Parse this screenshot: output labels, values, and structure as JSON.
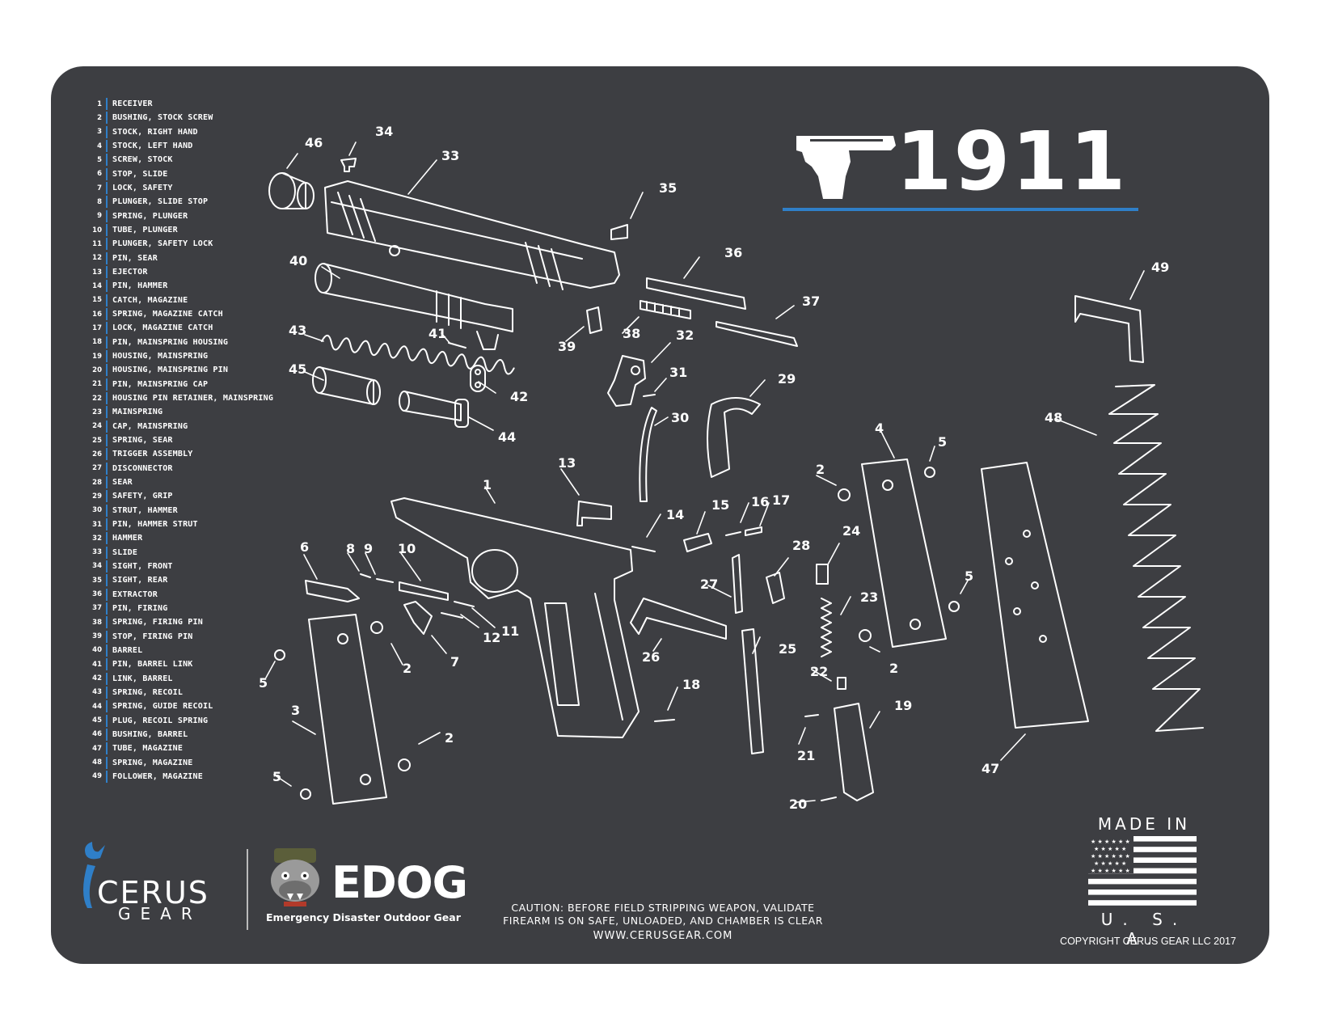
{
  "title": "1911",
  "legend": [
    {
      "num": "1",
      "name": "RECEIVER"
    },
    {
      "num": "2",
      "name": "BUSHING, STOCK SCREW"
    },
    {
      "num": "3",
      "name": "STOCK, RIGHT HAND"
    },
    {
      "num": "4",
      "name": "STOCK, LEFT HAND"
    },
    {
      "num": "5",
      "name": "SCREW, STOCK"
    },
    {
      "num": "6",
      "name": "STOP, SLIDE"
    },
    {
      "num": "7",
      "name": "LOCK, SAFETY"
    },
    {
      "num": "8",
      "name": "PLUNGER, SLIDE STOP"
    },
    {
      "num": "9",
      "name": "SPRING, PLUNGER"
    },
    {
      "num": "10",
      "name": "TUBE, PLUNGER"
    },
    {
      "num": "11",
      "name": "PLUNGER, SAFETY LOCK"
    },
    {
      "num": "12",
      "name": "PIN, SEAR"
    },
    {
      "num": "13",
      "name": "EJECTOR"
    },
    {
      "num": "14",
      "name": "PIN, HAMMER"
    },
    {
      "num": "15",
      "name": "CATCH, MAGAZINE"
    },
    {
      "num": "16",
      "name": "SPRING, MAGAZINE CATCH"
    },
    {
      "num": "17",
      "name": "LOCK, MAGAZINE CATCH"
    },
    {
      "num": "18",
      "name": "PIN, MAINSPRING HOUSING"
    },
    {
      "num": "19",
      "name": "HOUSING, MAINSPRING"
    },
    {
      "num": "20",
      "name": "HOUSING, MAINSPRING PIN"
    },
    {
      "num": "21",
      "name": "PIN, MAINSPRING CAP"
    },
    {
      "num": "22",
      "name": "HOUSING PIN RETAINER, MAINSPRING"
    },
    {
      "num": "23",
      "name": "MAINSPRING"
    },
    {
      "num": "24",
      "name": "CAP, MAINSPRING"
    },
    {
      "num": "25",
      "name": "SPRING, SEAR"
    },
    {
      "num": "26",
      "name": "TRIGGER ASSEMBLY"
    },
    {
      "num": "27",
      "name": "DISCONNECTOR"
    },
    {
      "num": "28",
      "name": "SEAR"
    },
    {
      "num": "29",
      "name": "SAFETY, GRIP"
    },
    {
      "num": "30",
      "name": "STRUT, HAMMER"
    },
    {
      "num": "31",
      "name": "PIN, HAMMER STRUT"
    },
    {
      "num": "32",
      "name": "HAMMER"
    },
    {
      "num": "33",
      "name": "SLIDE"
    },
    {
      "num": "34",
      "name": "SIGHT, FRONT"
    },
    {
      "num": "35",
      "name": "SIGHT, REAR"
    },
    {
      "num": "36",
      "name": "EXTRACTOR"
    },
    {
      "num": "37",
      "name": "PIN, FIRING"
    },
    {
      "num": "38",
      "name": "SPRING, FIRING PIN"
    },
    {
      "num": "39",
      "name": "STOP, FIRING PIN"
    },
    {
      "num": "40",
      "name": "BARREL"
    },
    {
      "num": "41",
      "name": "PIN, BARREL LINK"
    },
    {
      "num": "42",
      "name": "LINK, BARREL"
    },
    {
      "num": "43",
      "name": "SPRING, RECOIL"
    },
    {
      "num": "44",
      "name": "SPRING, GUIDE RECOIL"
    },
    {
      "num": "45",
      "name": "PLUG, RECOIL SPRING"
    },
    {
      "num": "46",
      "name": "BUSHING, BARREL"
    },
    {
      "num": "47",
      "name": "TUBE, MAGAZINE"
    },
    {
      "num": "48",
      "name": "SPRING, MAGAZINE"
    },
    {
      "num": "49",
      "name": "FOLLOWER, MAGAZINE"
    }
  ],
  "part_labels": [
    "1",
    "2",
    "2",
    "2",
    "2",
    "3",
    "4",
    "5",
    "5",
    "5",
    "5",
    "6",
    "7",
    "8",
    "9",
    "10",
    "11",
    "12",
    "13",
    "14",
    "15",
    "16",
    "17",
    "18",
    "19",
    "20",
    "21",
    "22",
    "23",
    "24",
    "25",
    "26",
    "27",
    "28",
    "29",
    "30",
    "31",
    "32",
    "33",
    "34",
    "35",
    "36",
    "37",
    "38",
    "39",
    "40",
    "41",
    "42",
    "43",
    "44",
    "45",
    "46",
    "47",
    "48",
    "49"
  ],
  "brand": {
    "cerus_name": "CERUS",
    "cerus_sub": "GEAR",
    "edog_name": "EDOG",
    "edog_sub": "Emergency Disaster Outdoor Gear"
  },
  "caution_line1": "CAUTION: BEFORE FIELD STRIPPING WEAPON, VALIDATE",
  "caution_line2": "FIREARM IS ON SAFE, UNLOADED, AND CHAMBER IS CLEAR",
  "website": "WWW.CERUSGEAR.COM",
  "made_in_top": "MADE IN",
  "made_in_bottom": "U. S. A.",
  "copyright": "COPYRIGHT CERUS GEAR LLC 2017",
  "colors": {
    "mat": "#3d3e42",
    "accent": "#2f7fc8",
    "line": "#ffffff"
  }
}
